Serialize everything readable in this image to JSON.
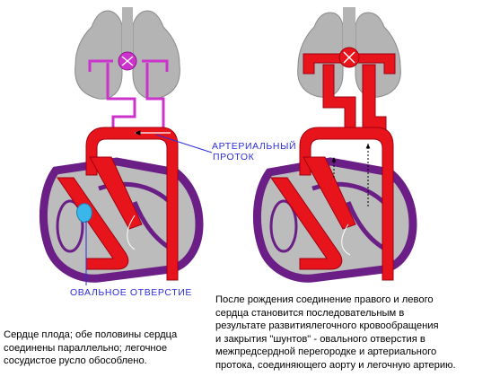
{
  "labels": {
    "ductus_arteriosus_line1": "АРТЕРИАЛЬНЫЙ",
    "ductus_arteriosus_line2": "ПРОТОК",
    "foramen_ovale": "ОВАЛЬНОЕ ОТВЕРСТИЕ"
  },
  "captions": {
    "fetal": [
      "Сердце плода; обе половины сердца",
      "соединены параллельно; легочное",
      "сосудистое русло обособлено."
    ],
    "after_birth": [
      "После рождения соединение правого и левого",
      "сердца становится последовательным в",
      "результате развитиялегочного кровообращения",
      "и закрытия \"шунтов\" - овального отверстия в",
      "межпредсердной перегородке и артериального",
      "протока, соединяющего аорту и легочную артерию."
    ]
  },
  "colors": {
    "lung_gray": "#b4b4b4",
    "lung_outline": "#8a8a8a",
    "vessel_red": "#e8141c",
    "vessel_dark": "#a00010",
    "pulmonary_magenta": "#cc33cc",
    "heart_wall_purple": "#6a1e86",
    "heart_gray": "#bcbcbc",
    "shunt_blue": "#39b6ea",
    "label_blue": "#2d2dd8"
  }
}
